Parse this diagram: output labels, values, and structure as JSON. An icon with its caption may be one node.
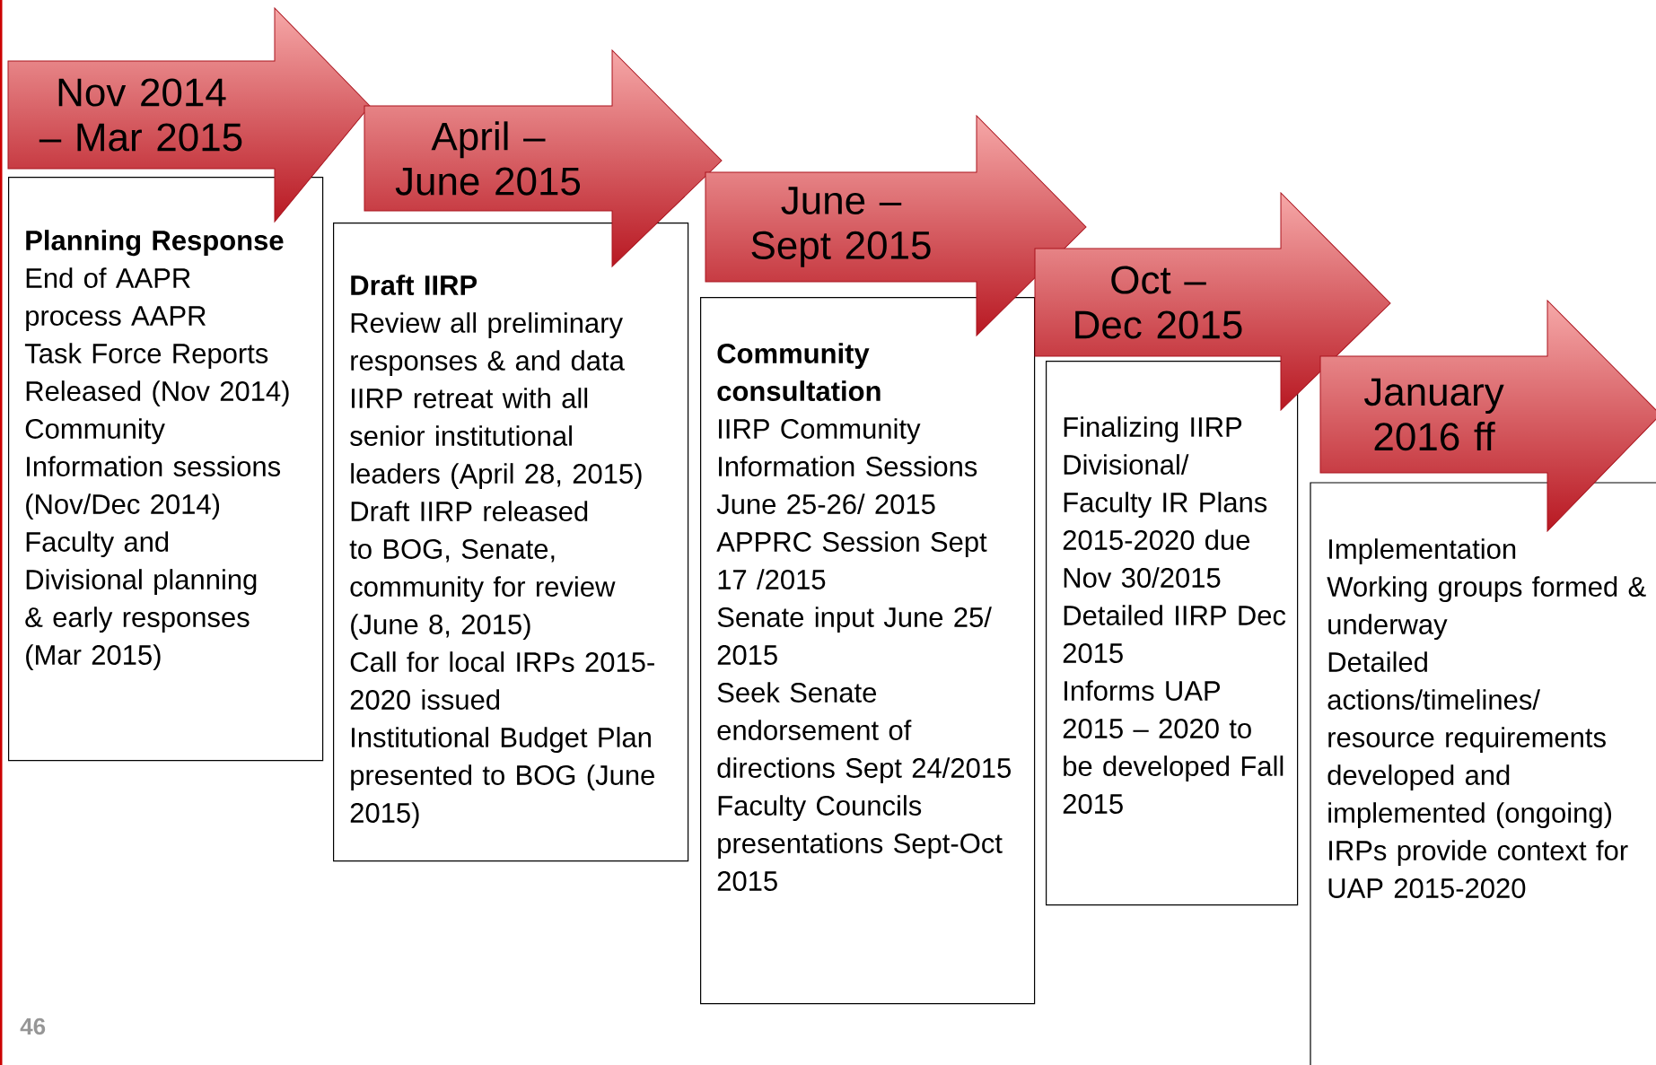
{
  "diagram": {
    "nodes": [
      {
        "text": [
          "Nov 2014 – Mar 2015"
        ]
      },
      {
        "text": [
          "Planning Response",
          "End of AAPR process AAPR Task Force Reports Released (Nov 2014)",
          "Community Information sessions  (Nov/Dec 2014)",
          "Faculty and Divisional planning & early responses (Mar 2015)"
        ]
      },
      {
        "text": [
          "April – June 2015"
        ]
      },
      {
        "text": [
          "Draft IIRP",
          "Review all preliminary responses &  and data",
          "IIRP retreat with all senior institutional leaders (April 28, 2015)",
          "Draft IIRP released to BOG, Senate, community for review (June 8, 2015)",
          "Call for local IRPs 2015-2020 issued",
          "Institutional Budget Plan presented to BOG (June 2015)"
        ]
      },
      {
        "text": [
          "June – Sept 2015"
        ]
      },
      {
        "text": [
          "Community consultation",
          "IIRP Community Information Sessions June 25-26/ 2015",
          "APPRC Session Sept 17 /2015",
          "Senate input June 25/ 2015",
          "Seek Senate endorsement of directions Sept 24/2015",
          "Faculty Councils presentations Sept-Oct 2015"
        ]
      },
      {
        "text": [
          "Oct – Dec 2015"
        ]
      },
      {
        "text": [
          "Finalizing IIRP",
          "Divisional/ Faculty IR Plans 2015-2020 due Nov 30/2015",
          "Detailed IIRP Dec 2015",
          "Informs UAP 2015 – 2020 to be developed Fall 2015"
        ]
      },
      {
        "text": [
          "January 2016 ff"
        ]
      },
      {
        "text": [
          "Implementation",
          "Working groups formed & underway",
          "Detailed actions/timelines/ resource requirements developed and implemented (ongoing)",
          "IRPs provide context for UAP 2015-2020"
        ]
      }
    ],
    "labels": [
      "46"
    ]
  }
}
